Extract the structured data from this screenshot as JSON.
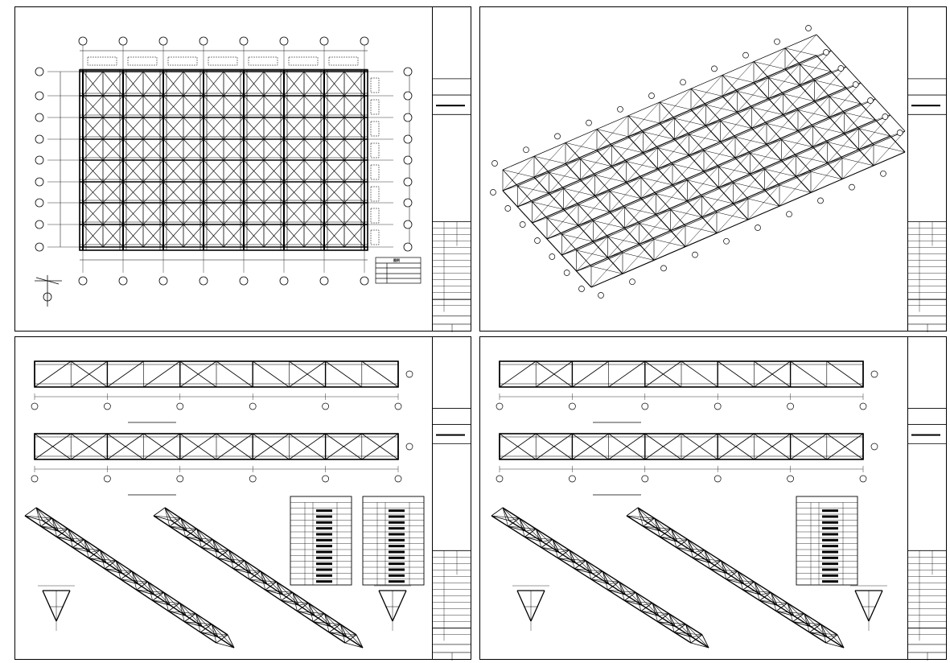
{
  "sheets": [
    {
      "id": "sheet1",
      "legend_title": "图例",
      "notes": []
    },
    {
      "id": "sheet2"
    },
    {
      "id": "sheet3"
    },
    {
      "id": "sheet4"
    }
  ],
  "colors": {
    "line": "#000000",
    "paper": "#ffffff"
  },
  "icons": [
    "grid-bubble-icon",
    "truss-member-icon",
    "support-node-icon"
  ]
}
